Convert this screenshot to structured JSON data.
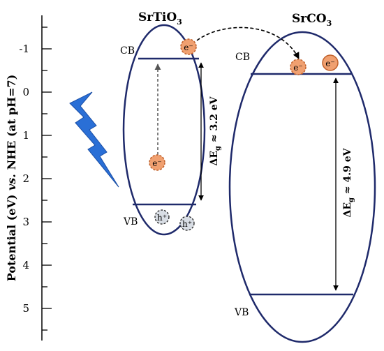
{
  "axis": {
    "label_main": "Potential (eV) ",
    "label_italic": "vs.",
    "label_tail": " NHE (at pH=7)",
    "ticks": [
      {
        "value": -1,
        "label": "-1"
      },
      {
        "value": 0,
        "label": "0"
      },
      {
        "value": 1,
        "label": "1"
      },
      {
        "value": 2,
        "label": "2"
      },
      {
        "value": 3,
        "label": "3"
      },
      {
        "value": 4,
        "label": "4"
      },
      {
        "value": 5,
        "label": "5"
      }
    ]
  },
  "srtio3": {
    "title_main": "SrTiO",
    "title_sub": "3",
    "cb_label": "CB",
    "vb_label": "VB",
    "gap_prefix": "ΔE",
    "gap_sub": "g",
    "gap_suffix": " ≈ 3.2 eV",
    "electron_label": "e⁻",
    "hole_label": "h⁺"
  },
  "srco3": {
    "title_main": "SrCO",
    "title_sub": "3",
    "cb_label": "CB",
    "vb_label": "VB",
    "gap_prefix": "ΔE",
    "gap_sub": "g",
    "gap_suffix": " ≈ 4.9 eV",
    "electron_label": "e⁻"
  },
  "colors": {
    "band_outline": "#1f2a6b",
    "electron_fill": "#f0a070",
    "electron_stroke": "#c0602a",
    "hole_fill": "#d8dde4",
    "hole_stroke": "#222222",
    "lightning": "#2a6fd6",
    "axis": "#000000"
  }
}
